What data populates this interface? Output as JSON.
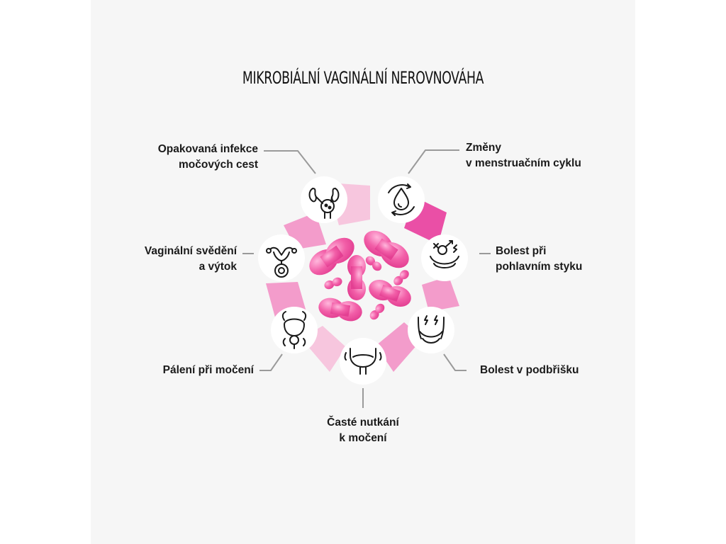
{
  "title": "MIKROBIÁLNÍ VAGINÁLNÍ NEROVNOVÁHA",
  "symptoms": [
    {
      "lines": [
        "Opakovaná infekce",
        "močových cest"
      ],
      "icon": "kidneys-icon"
    },
    {
      "lines": [
        "Změny",
        "v menstruačním cyklu"
      ],
      "icon": "menstrual-drop-cycle-icon"
    },
    {
      "lines": [
        "Vaginální svědění",
        "a výtok"
      ],
      "icon": "uterus-icon"
    },
    {
      "lines": [
        "Bolest při",
        "pohlavním styku"
      ],
      "icon": "intercourse-pain-icon"
    },
    {
      "lines": [
        "Pálení při močení"
      ],
      "icon": "bladder-burning-icon"
    },
    {
      "lines": [
        "Bolest v podbřišku"
      ],
      "icon": "lower-abdomen-pain-icon"
    },
    {
      "lines": [
        "Časté nutkání",
        "k močení"
      ],
      "icon": "bladder-urge-icon"
    }
  ],
  "colors": {
    "background": "#f6f6f6",
    "ring_light": "#f7c6de",
    "ring_mid": "#f39ccb",
    "ring_dark": "#ea4fa6",
    "bacteria": "#f25fa8"
  },
  "center_icon": "bacteria-cluster-icon"
}
